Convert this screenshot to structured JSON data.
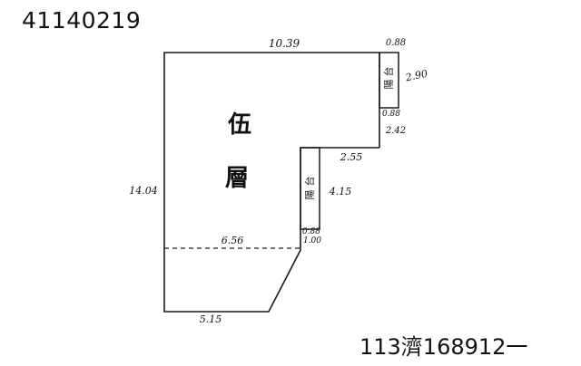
{
  "header": {
    "document_number": "41140219"
  },
  "footer": {
    "case_number": "113濟168912一"
  },
  "floor_label": {
    "char1": "伍",
    "char2": "層"
  },
  "balconies": {
    "upper_char1": "陽",
    "upper_char2": "台",
    "lower_char1": "陽",
    "lower_char2": "台"
  },
  "dimensions": {
    "top_width": "10.39",
    "upper_balcony_depth_top": "0.88",
    "upper_balcony_height": "2.90",
    "upper_balcony_depth_bottom": "0.88",
    "right_step_height": "2.42",
    "step_width": "2.55",
    "lower_right_height": "4.15",
    "lower_balcony_depth": "0.88",
    "chamfer_height": "1.00",
    "dashed_width": "6.56",
    "left_height": "14.04",
    "bottom_width": "5.15"
  }
}
